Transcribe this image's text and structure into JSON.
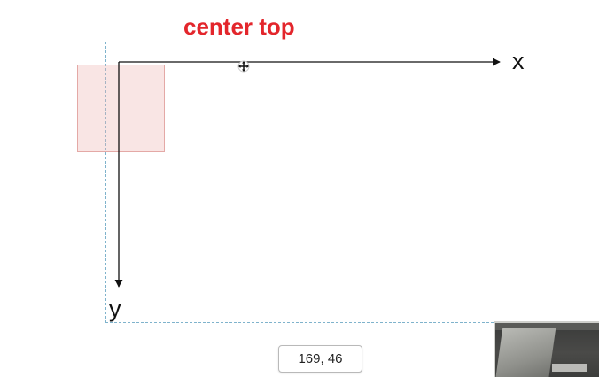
{
  "title": "center top",
  "axes": {
    "x_label": "x",
    "y_label": "y"
  },
  "readout": "169, 46",
  "icons": {
    "cursor": "move-cursor-icon"
  },
  "colors": {
    "title": "#e3262c",
    "frame_border": "#7fb3cc",
    "element_fill": "#f8dddc",
    "element_border": "#e4a9a6",
    "axis": "#111111"
  }
}
